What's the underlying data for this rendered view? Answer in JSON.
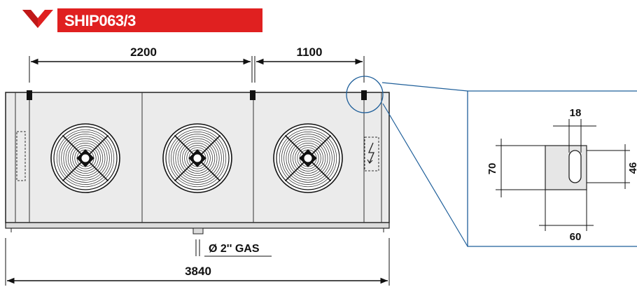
{
  "header": {
    "model": "SHIP063/3",
    "accent_color": "#e02020",
    "icon": "double-chevron-down-icon"
  },
  "unit": {
    "fan_count": 3,
    "icons": [
      "fan-icon",
      "electrical-hazard-icon"
    ]
  },
  "dimensions": {
    "fan_spacing": "2200",
    "end_spacing": "1100",
    "overall_length": "3840",
    "drain_connection": "Ø 2'' GAS"
  },
  "detail": {
    "slot_width": "18",
    "bracket_height": "70",
    "slot_height": "46",
    "bracket_width": "60"
  }
}
